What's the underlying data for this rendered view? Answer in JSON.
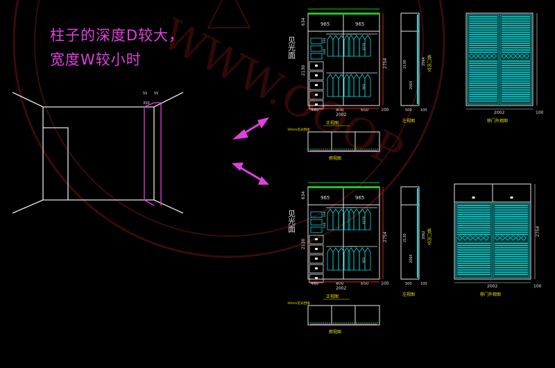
{
  "note": {
    "line1": "柱子的深度D较大，",
    "line2": "宽度W较小时"
  },
  "watermark": "WWW.OOOP",
  "room_marks": {
    "a": "55",
    "b": "55",
    "c": "350"
  },
  "top_set": {
    "light_side": "见光面",
    "widths_top": [
      "965",
      "965"
    ],
    "heights_left": [
      "634",
      "2130"
    ],
    "total_height": "2754",
    "inner_heights": [
      "334",
      "334",
      "1070",
      "902"
    ],
    "bottom_dims": [
      "480",
      "800",
      "650",
      "100"
    ],
    "total_width": "2002",
    "front_label": "正视图",
    "side_label": "左视图",
    "door_label": "移门外观图",
    "top_label": "俯视图",
    "side_dims": [
      "2130",
      "2065",
      "2564",
      "500",
      "100"
    ],
    "side_note": "移门内空",
    "door_width": "2002",
    "door_side": "100",
    "plan_note": "30mm见光挡墙"
  },
  "bottom_set": {
    "light_side": "见光面",
    "widths_top": [
      "965",
      "965"
    ],
    "heights_left": [
      "634",
      "2130"
    ],
    "total_height": "2754",
    "inner_heights": [
      "334",
      "334",
      "1070",
      "902"
    ],
    "bottom_dims": [
      "480",
      "800",
      "650",
      "100"
    ],
    "total_width": "2002",
    "front_label": "正视图",
    "side_label": "左视图",
    "door_label": "移门外观图",
    "top_label": "俯视图",
    "side_dims": [
      "2130",
      "2065",
      "2062",
      "500",
      "100"
    ],
    "side_note": "移门内空",
    "door_width": "2002",
    "door_side": "100",
    "door_height": "2754",
    "plan_note": "30mm见光挡墙"
  },
  "colors": {
    "accent": "#e040e0",
    "cyan": "#00e0e0",
    "green": "#00e000",
    "yellow": "#e8e000",
    "red": "#e02020"
  }
}
